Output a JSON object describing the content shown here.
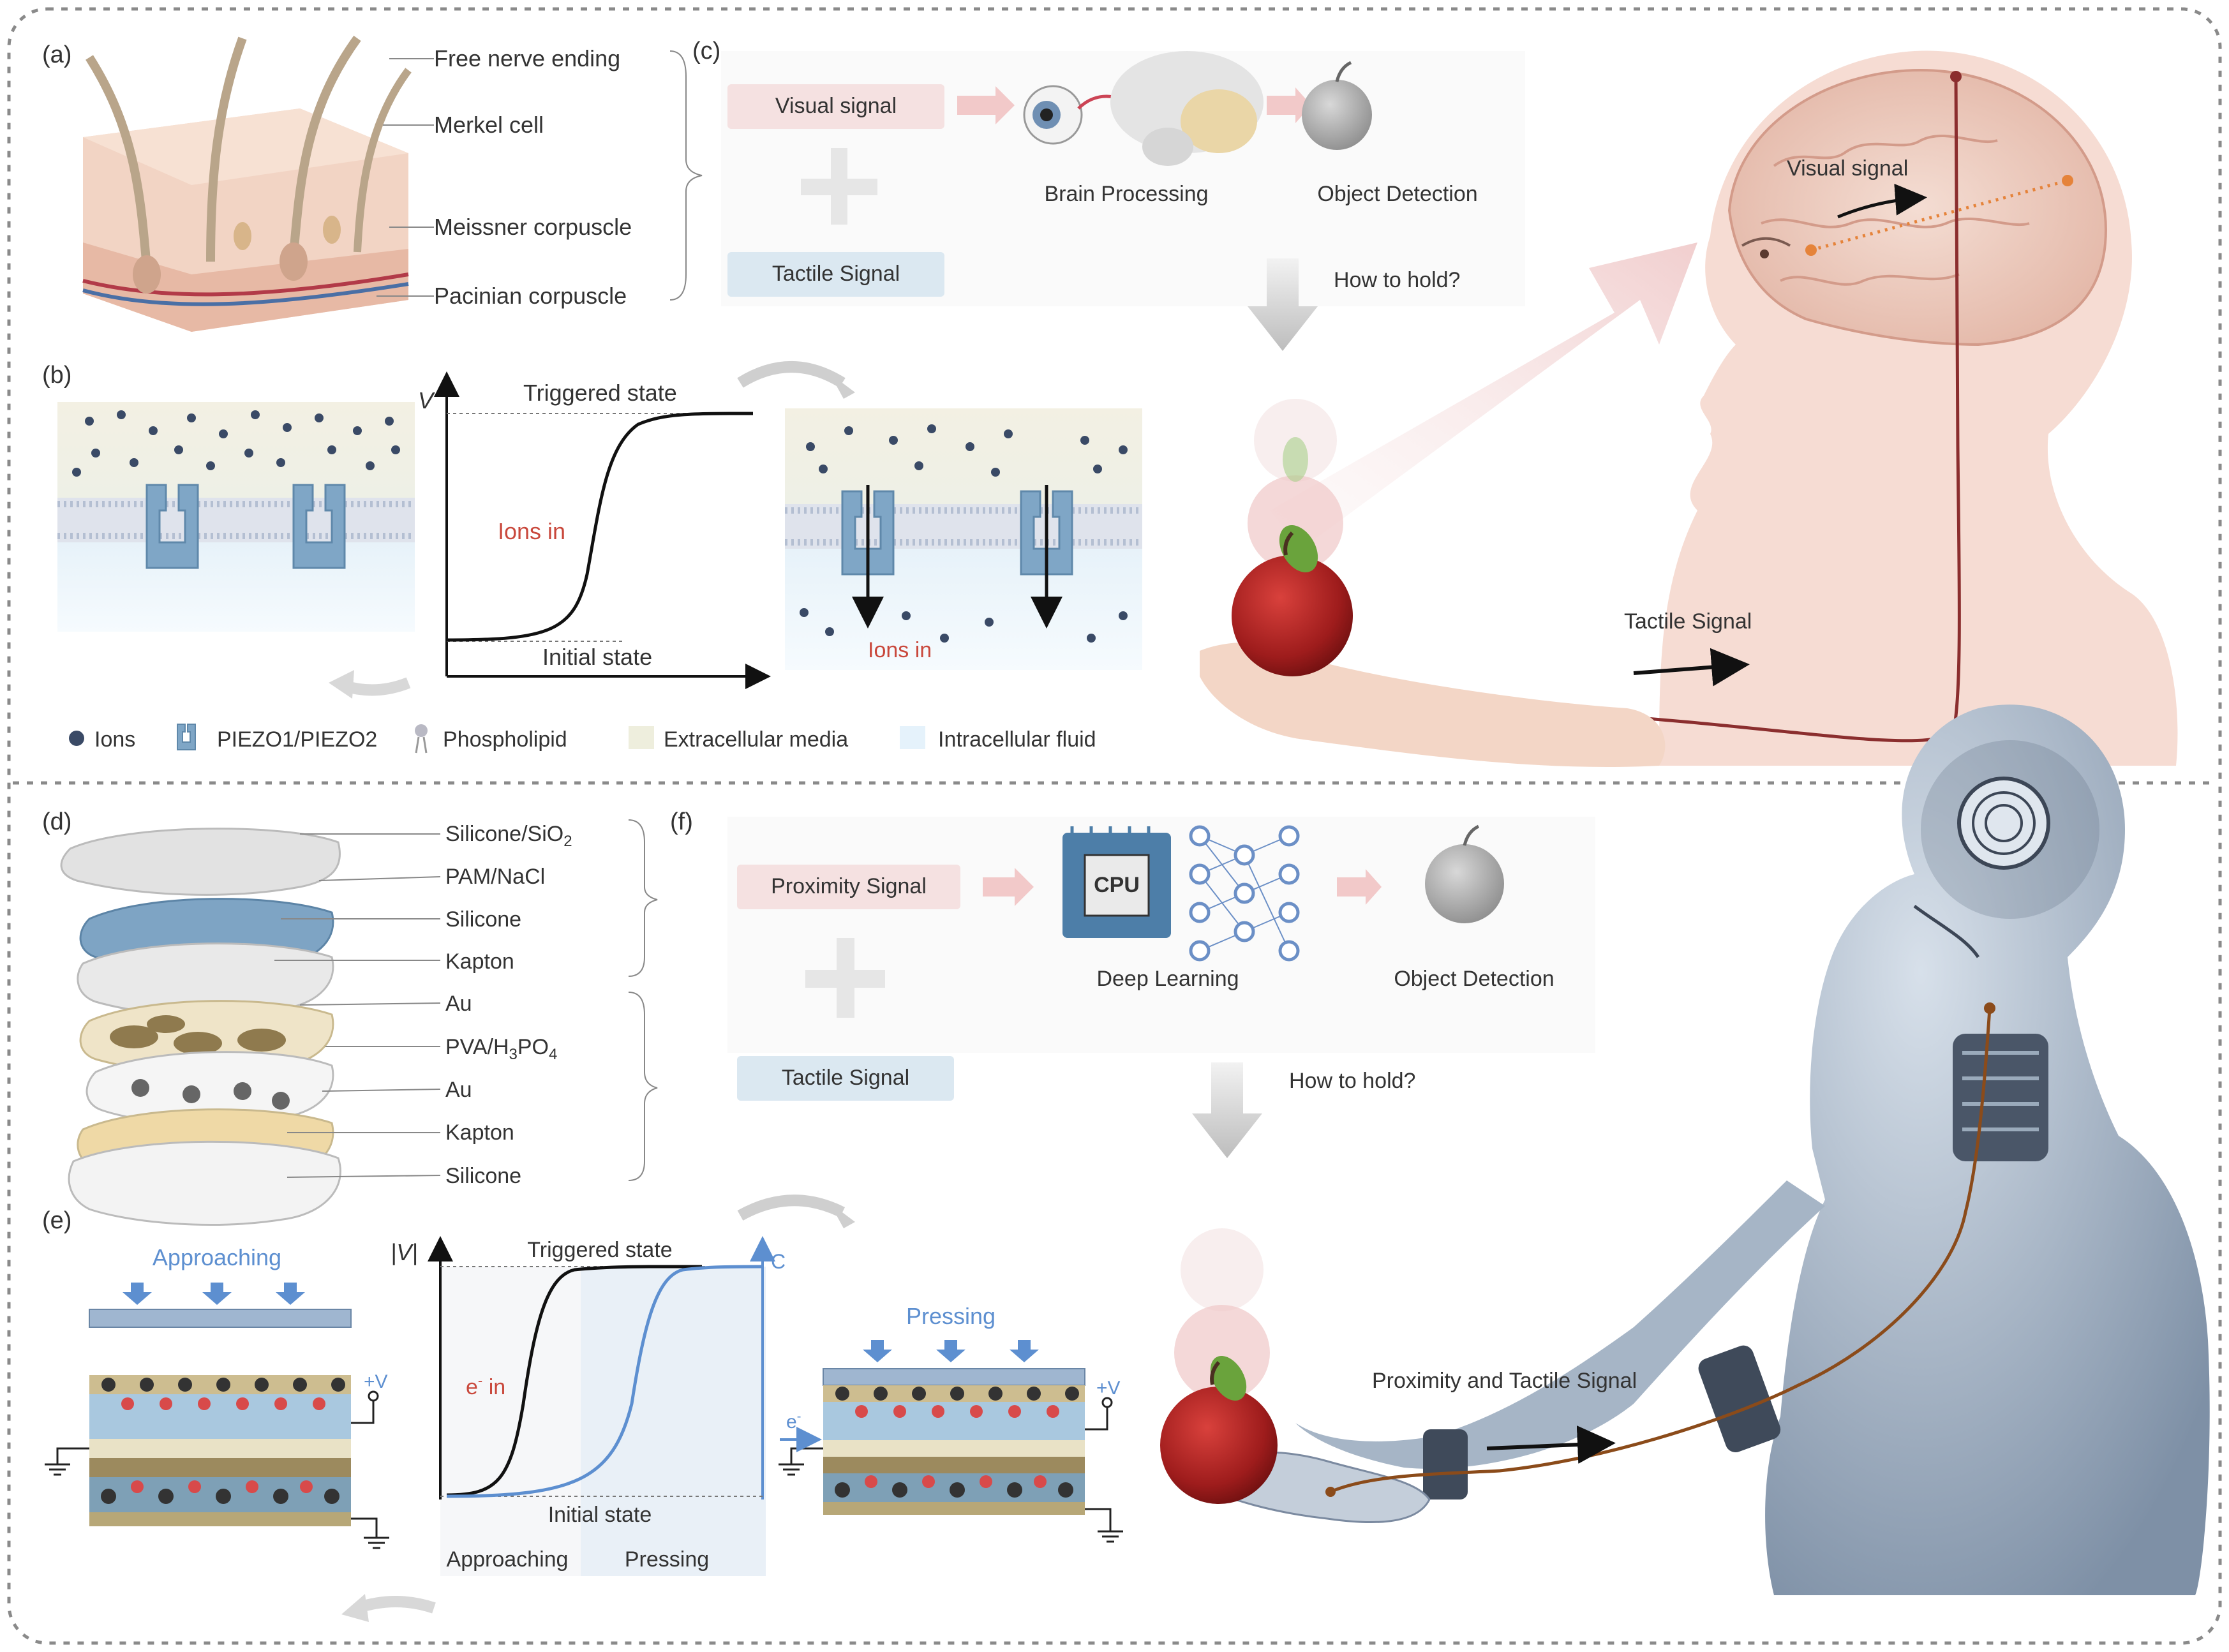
{
  "top": {
    "a": {
      "label": "(a)",
      "callouts": [
        "Free nerve ending",
        "Merkel cell",
        "Meissner corpuscle",
        "Pacinian corpuscle"
      ]
    },
    "b": {
      "label": "(b)",
      "axis_v": "V",
      "triggered": "Triggered state",
      "initial": "Initial state",
      "ions_in_curve": "Ions in",
      "ions_in_after": "Ions in",
      "legend": [
        "Ions",
        "PIEZO1/PIEZO2",
        "Phospholipid",
        "Extracellular media",
        "Intracellular fluid"
      ]
    },
    "c": {
      "label": "(c)",
      "visual": "Visual signal",
      "tactile": "Tactile Signal",
      "brain": "Brain Processing",
      "object": "Object Detection",
      "how": "How to hold?",
      "head_visual": "Visual signal",
      "arm_tactile": "Tactile Signal"
    }
  },
  "bottom": {
    "d": {
      "label": "(d)",
      "layers": [
        "Silicone/SiO",
        "PAM/NaCl",
        "Silicone",
        "Kapton",
        "Au",
        "PVA/H",
        "Au",
        "Kapton",
        "Silicone"
      ],
      "sub": {
        "sio": "2",
        "h": "3",
        "po": "PO",
        "po_sub": "4"
      }
    },
    "e": {
      "label": "(e)",
      "approaching_top": "Approaching",
      "axis_v": "|V|",
      "axis_c": "C",
      "triggered": "Triggered state",
      "initial": "Initial state",
      "e_in": "e",
      "e_in_tail": " in",
      "x_left": "Approaching",
      "x_right": "Pressing",
      "pressing_top": "Pressing",
      "plus_v": "+V",
      "plus_v2": "+V",
      "e_minus": "e"
    },
    "f": {
      "label": "(f)",
      "proximity": "Proximity Signal",
      "tactile": "Tactile Signal",
      "cpu": "CPU",
      "deep": "Deep Learning",
      "object": "Object Detection",
      "how": "How to hold?",
      "arm_signal": "Proximity and Tactile Signal"
    }
  },
  "colors": {
    "frame": "#8a8a8a",
    "signal_red": "#c9483c",
    "blue_accent": "#5d8fd0",
    "box_pink": "#f5e1e1",
    "box_blue": "#dbe8f1",
    "ion": "#3a4a66",
    "channel": "#7fa6c6",
    "nerve": "#8b2e2e",
    "robot": "#9aaabb",
    "skin": "#f6dcd3"
  }
}
